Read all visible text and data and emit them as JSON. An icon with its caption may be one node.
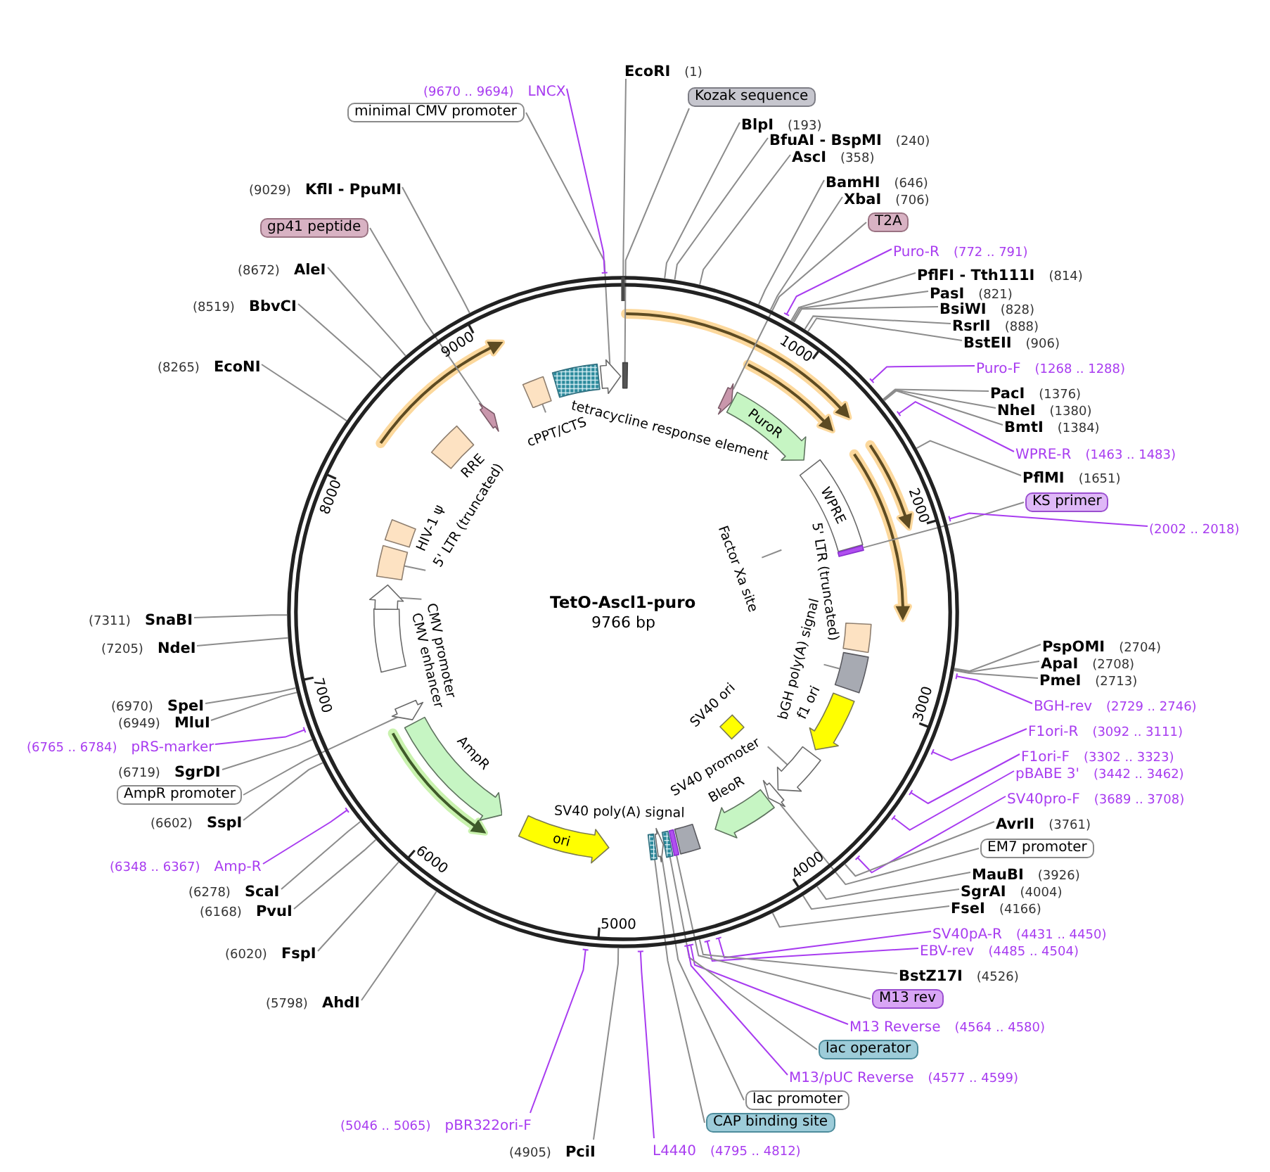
{
  "diagram": {
    "nodes": [
      {
        "text": [
          "EcoRI",
          "(1)"
        ]
      },
      {
        "text": [
          "Kozak sequence"
        ]
      },
      {
        "text": [
          "BlpI",
          "(193)"
        ]
      },
      {
        "text": [
          "BfuAI - BspMI",
          "(240)"
        ]
      },
      {
        "text": [
          "AscI",
          "(358)"
        ]
      },
      {
        "text": [
          "BamHI",
          "(646)"
        ]
      },
      {
        "text": [
          "XbaI",
          "(706)"
        ]
      },
      {
        "text": [
          "T2A"
        ]
      },
      {
        "text": [
          "Puro-R",
          "(772 .. 791)"
        ]
      },
      {
        "text": [
          "PflFI - Tth111I",
          "(814)"
        ]
      },
      {
        "text": [
          "PasI",
          "(821)"
        ]
      },
      {
        "text": [
          "BsiWI",
          "(828)"
        ]
      },
      {
        "text": [
          "RsrII",
          "(888)"
        ]
      },
      {
        "text": [
          "BstEII",
          "(906)"
        ]
      },
      {
        "text": [
          "Puro-F",
          "(1268 .. 1288)"
        ]
      },
      {
        "text": [
          "PacI",
          "(1376)"
        ]
      },
      {
        "text": [
          "NheI",
          "(1380)"
        ]
      },
      {
        "text": [
          "BmtI",
          "(1384)"
        ]
      },
      {
        "text": [
          "WPRE-R",
          "(1463 .. 1483)"
        ]
      },
      {
        "text": [
          "PflMI",
          "(1651)"
        ]
      },
      {
        "text": [
          "KS primer"
        ]
      },
      {
        "text": [
          "(2002 .. 2018)"
        ]
      },
      {
        "text": [
          "PspOMI",
          "(2704)"
        ]
      },
      {
        "text": [
          "ApaI",
          "(2708)"
        ]
      },
      {
        "text": [
          "PmeI",
          "(2713)"
        ]
      },
      {
        "text": [
          "BGH-rev",
          "(2729 .. 2746)"
        ]
      },
      {
        "text": [
          "F1ori-R",
          "(3092 .. 3111)"
        ]
      },
      {
        "text": [
          "F1ori-F",
          "(3302 .. 3323)"
        ]
      },
      {
        "text": [
          "pBABE 3'",
          "(3442 .. 3462)"
        ]
      },
      {
        "text": [
          "SV40pro-F",
          "(3689 .. 3708)"
        ]
      },
      {
        "text": [
          "AvrII",
          "(3761)"
        ]
      },
      {
        "text": [
          "EM7 promoter"
        ]
      },
      {
        "text": [
          "MauBI",
          "(3926)"
        ]
      },
      {
        "text": [
          "SgrAI",
          "(4004)"
        ]
      },
      {
        "text": [
          "FseI",
          "(4166)"
        ]
      },
      {
        "text": [
          "SV40pA-R",
          "(4431 .. 4450)"
        ]
      },
      {
        "text": [
          "EBV-rev",
          "(4485 .. 4504)"
        ]
      },
      {
        "text": [
          "BstZ17I",
          "(4526)"
        ]
      },
      {
        "text": [
          "M13 rev"
        ]
      },
      {
        "text": [
          "M13 Reverse",
          "(4564 .. 4580)"
        ]
      },
      {
        "text": [
          "lac operator"
        ]
      },
      {
        "text": [
          "M13/pUC Reverse",
          "(4577 .. 4599)"
        ]
      },
      {
        "text": [
          "lac promoter"
        ]
      },
      {
        "text": [
          "CAP binding site"
        ]
      },
      {
        "text": [
          "L4440",
          "(4795 .. 4812)"
        ]
      },
      {
        "text": [
          "(4905)",
          "PciI"
        ]
      },
      {
        "text": [
          "(5046 .. 5065)",
          "pBR322ori-F"
        ]
      },
      {
        "text": [
          "(5798)",
          "AhdI"
        ]
      },
      {
        "text": [
          "(6020)",
          "FspI"
        ]
      },
      {
        "text": [
          "(6168)",
          "PvuI"
        ]
      },
      {
        "text": [
          "(6278)",
          "ScaI"
        ]
      },
      {
        "text": [
          "(6348 .. 6367)",
          "Amp-R"
        ]
      },
      {
        "text": [
          "(6602)",
          "SspI"
        ]
      },
      {
        "text": [
          "AmpR promoter"
        ]
      },
      {
        "text": [
          "(6719)",
          "SgrDI"
        ]
      },
      {
        "text": [
          "(6765 .. 6784)",
          "pRS-marker"
        ]
      },
      {
        "text": [
          "(6949)",
          "MluI"
        ]
      },
      {
        "text": [
          "(6970)",
          "SpeI"
        ]
      },
      {
        "text": [
          "(7205)",
          "NdeI"
        ]
      },
      {
        "text": [
          "(7311)",
          "SnaBI"
        ]
      },
      {
        "text": [
          "(8265)",
          "EcoNI"
        ]
      },
      {
        "text": [
          "(8519)",
          "BbvCI"
        ]
      },
      {
        "text": [
          "(8672)",
          "AleI"
        ]
      },
      {
        "text": [
          "gp41 peptide"
        ]
      },
      {
        "text": [
          "(9029)",
          "KflI - PpuMI"
        ]
      },
      {
        "text": [
          "minimal CMV promoter"
        ]
      },
      {
        "text": [
          "(9670 .. 9694)",
          "LNCX"
        ]
      },
      {
        "text": [
          "TetO-Ascl1-puro",
          "9766 bp"
        ]
      },
      {
        "text": [],
        "shape": "bar",
        "in": 67
      },
      {
        "text": [],
        "shape": "arrow",
        "in": 67
      },
      {
        "text": [
          "PuroR"
        ],
        "in": 67
      },
      {
        "text": [
          "WPRE"
        ],
        "in": 67
      },
      {
        "text": [],
        "shape": "bar",
        "in": 67
      },
      {
        "text": [
          "Factor Xa site"
        ],
        "in": 67
      },
      {
        "text": [
          "5' LTR (truncated)"
        ],
        "in": 67
      },
      {
        "text": [
          "bGH poly(A) signal"
        ],
        "in": 67
      },
      {
        "text": [],
        "shape": "box",
        "in": 67
      },
      {
        "text": [
          "f1 ori"
        ],
        "in": 67
      },
      {
        "text": [
          "SV40 promoter"
        ],
        "in": 67
      },
      {
        "text": [],
        "shape": "arrow",
        "in": 67
      },
      {
        "text": [
          "SV40 ori"
        ],
        "in": 67
      },
      {
        "text": [],
        "shape": "arrow",
        "in": 67
      },
      {
        "text": [
          "BleoR"
        ],
        "in": 67
      },
      {
        "text": [
          "SV40 poly(A) signal"
        ],
        "in": 67
      },
      {
        "text": [],
        "shape": "bar",
        "in": 67
      },
      {
        "text": [],
        "shape": "box",
        "in": 67
      },
      {
        "text": [],
        "shape": "arrow",
        "in": 67
      },
      {
        "text": [],
        "shape": "box",
        "in": 67
      },
      {
        "text": [
          "ori"
        ],
        "in": 67
      },
      {
        "text": [
          "AmpR"
        ],
        "in": 67
      },
      {
        "text": [],
        "shape": "arrow",
        "in": 67
      },
      {
        "text": [
          "CMV enhancer"
        ],
        "in": 67
      },
      {
        "text": [
          "CMV promoter"
        ],
        "in": 67
      },
      {
        "text": [],
        "shape": "arrow",
        "in": 67
      },
      {
        "text": [
          "5' LTR (truncated)"
        ],
        "in": 67
      },
      {
        "text": [],
        "shape": "box",
        "in": 67
      },
      {
        "text": [
          "HIV-1 ψ"
        ],
        "in": 67
      },
      {
        "text": [
          "RRE"
        ],
        "in": 67
      },
      {
        "text": [],
        "shape": "arrow",
        "in": 67
      },
      {
        "text": [
          "cPPT/CTS"
        ],
        "in": 67
      },
      {
        "text": [],
        "shape": "box",
        "in": 67
      },
      {
        "text": [
          "tetracycline response element"
        ],
        "in": 67
      },
      {
        "text": [],
        "shape": "arrow",
        "in": 67
      }
    ],
    "edges": [
      {
        "from": 0,
        "to": 67,
        "arrow": "none"
      },
      {
        "from": 1,
        "to": 68,
        "arrow": "none"
      },
      {
        "from": 2,
        "to": 67,
        "arrow": "none"
      },
      {
        "from": 3,
        "to": 67,
        "arrow": "none"
      },
      {
        "from": 4,
        "to": 67,
        "arrow": "none"
      },
      {
        "from": 5,
        "to": 67,
        "arrow": "none"
      },
      {
        "from": 6,
        "to": 67,
        "arrow": "none"
      },
      {
        "from": 7,
        "to": 69,
        "arrow": "none"
      },
      {
        "from": 8,
        "to": 67,
        "arrow": "none",
        "color": "#a83cf0"
      },
      {
        "from": 9,
        "to": 67,
        "arrow": "none"
      },
      {
        "from": 10,
        "to": 67,
        "arrow": "none"
      },
      {
        "from": 11,
        "to": 67,
        "arrow": "none"
      },
      {
        "from": 12,
        "to": 67,
        "arrow": "none"
      },
      {
        "from": 13,
        "to": 67,
        "arrow": "none"
      },
      {
        "from": 14,
        "to": 67,
        "arrow": "none",
        "color": "#a83cf0"
      },
      {
        "from": 15,
        "to": 67,
        "arrow": "none"
      },
      {
        "from": 16,
        "to": 67,
        "arrow": "none"
      },
      {
        "from": 17,
        "to": 67,
        "arrow": "none"
      },
      {
        "from": 18,
        "to": 67,
        "arrow": "none",
        "color": "#a83cf0"
      },
      {
        "from": 19,
        "to": 67,
        "arrow": "none"
      },
      {
        "from": 20,
        "to": 72,
        "arrow": "none"
      },
      {
        "from": 21,
        "to": 67,
        "arrow": "none",
        "color": "#a83cf0"
      },
      {
        "from": 22,
        "to": 67,
        "arrow": "none"
      },
      {
        "from": 23,
        "to": 67,
        "arrow": "none"
      },
      {
        "from": 24,
        "to": 67,
        "arrow": "none"
      },
      {
        "from": 25,
        "to": 67,
        "arrow": "none",
        "color": "#a83cf0"
      },
      {
        "from": 26,
        "to": 67,
        "arrow": "none",
        "color": "#a83cf0"
      },
      {
        "from": 27,
        "to": 67,
        "arrow": "none",
        "color": "#a83cf0"
      },
      {
        "from": 28,
        "to": 67,
        "arrow": "none",
        "color": "#a83cf0"
      },
      {
        "from": 29,
        "to": 67,
        "arrow": "none",
        "color": "#a83cf0"
      },
      {
        "from": 30,
        "to": 67,
        "arrow": "none"
      },
      {
        "from": 31,
        "to": 81,
        "arrow": "none"
      },
      {
        "from": 32,
        "to": 67,
        "arrow": "none"
      },
      {
        "from": 33,
        "to": 67,
        "arrow": "none"
      },
      {
        "from": 34,
        "to": 67,
        "arrow": "none"
      },
      {
        "from": 35,
        "to": 67,
        "arrow": "none",
        "color": "#a83cf0"
      },
      {
        "from": 36,
        "to": 67,
        "arrow": "none",
        "color": "#a83cf0"
      },
      {
        "from": 37,
        "to": 67,
        "arrow": "none"
      },
      {
        "from": 38,
        "to": 84,
        "arrow": "none"
      },
      {
        "from": 39,
        "to": 67,
        "arrow": "none",
        "color": "#a83cf0"
      },
      {
        "from": 40,
        "to": 85,
        "arrow": "none"
      },
      {
        "from": 41,
        "to": 67,
        "arrow": "none",
        "color": "#a83cf0"
      },
      {
        "from": 42,
        "to": 86,
        "arrow": "none"
      },
      {
        "from": 43,
        "to": 87,
        "arrow": "none"
      },
      {
        "from": 44,
        "to": 67,
        "arrow": "none",
        "color": "#a83cf0"
      },
      {
        "from": 45,
        "to": 67,
        "arrow": "none"
      },
      {
        "from": 46,
        "to": 67,
        "arrow": "none",
        "color": "#a83cf0"
      },
      {
        "from": 47,
        "to": 67,
        "arrow": "none"
      },
      {
        "from": 48,
        "to": 67,
        "arrow": "none"
      },
      {
        "from": 49,
        "to": 67,
        "arrow": "none"
      },
      {
        "from": 50,
        "to": 67,
        "arrow": "none"
      },
      {
        "from": 51,
        "to": 67,
        "arrow": "none",
        "color": "#a83cf0"
      },
      {
        "from": 52,
        "to": 67,
        "arrow": "none"
      },
      {
        "from": 53,
        "to": 90,
        "arrow": "none"
      },
      {
        "from": 54,
        "to": 67,
        "arrow": "none"
      },
      {
        "from": 55,
        "to": 67,
        "arrow": "none",
        "color": "#a83cf0"
      },
      {
        "from": 56,
        "to": 67,
        "arrow": "none"
      },
      {
        "from": 57,
        "to": 67,
        "arrow": "none"
      },
      {
        "from": 58,
        "to": 67,
        "arrow": "none"
      },
      {
        "from": 59,
        "to": 67,
        "arrow": "none"
      },
      {
        "from": 60,
        "to": 67,
        "arrow": "none"
      },
      {
        "from": 61,
        "to": 67,
        "arrow": "none"
      },
      {
        "from": 62,
        "to": 67,
        "arrow": "none"
      },
      {
        "from": 63,
        "to": 98,
        "arrow": "none"
      },
      {
        "from": 64,
        "to": 67,
        "arrow": "none"
      },
      {
        "from": 65,
        "to": 102,
        "arrow": "none"
      },
      {
        "from": 66,
        "to": 67,
        "arrow": "none",
        "color": "#a83cf0"
      },
      {
        "from": 73,
        "to": null,
        "arrow": "none"
      },
      {
        "from": 75,
        "to": 76,
        "arrow": "none"
      },
      {
        "from": 78,
        "to": 79,
        "arrow": "none"
      },
      {
        "from": 92,
        "to": 93,
        "arrow": "none"
      },
      {
        "from": 94,
        "to": 95,
        "arrow": "none"
      },
      {
        "from": 99,
        "to": 100,
        "arrow": "none"
      }
    ],
    "labels": [
      "1000",
      "2000",
      "3000",
      "4000",
      "5000",
      "6000",
      "7000",
      "8000",
      "9000"
    ]
  }
}
